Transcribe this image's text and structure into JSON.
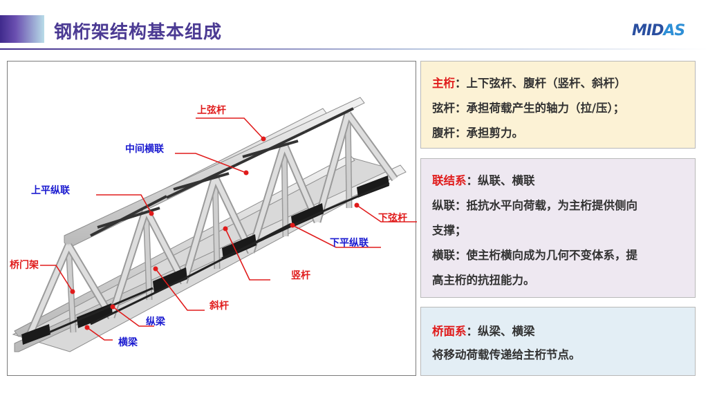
{
  "header": {
    "title": "钢桁架结构基本组成",
    "logo_main": "MID",
    "logo_accent": "AS"
  },
  "figure": {
    "labels": {
      "top_chord": "上弦杆",
      "mid_cross_bracing": "中间横联",
      "top_lateral_bracing": "上平纵联",
      "bottom_chord": "下弦杆",
      "bottom_lateral_bracing": "下平纵联",
      "portal_frame": "桥门架",
      "vertical_member": "竖杆",
      "diagonal_member": "斜杆",
      "stringer": "纵梁",
      "floor_beam": "横梁"
    }
  },
  "panels": {
    "main_truss": {
      "key": "主桁",
      "line1_rest": "：上下弦杆、腹杆（竖杆、斜杆）",
      "line2": "弦杆：承担荷载产生的轴力（拉/压）；",
      "line3": "腹杆：承担剪力。"
    },
    "bracing": {
      "key": "联结系",
      "line1_rest": "：纵联、横联",
      "line2": "纵联：抵抗水平向荷载，为主桁提供侧向",
      "line3": "支撑；",
      "line4": "横联：使主桁横向成为几何不变体系，提",
      "line5": "高主桁的抗扭能力。"
    },
    "deck": {
      "key": "桥面系",
      "line1_rest": "：纵梁、横梁",
      "line2": "将移动荷载传递给主桁节点。"
    }
  },
  "colors": {
    "label_red": "#e01b1b",
    "label_blue": "#1a1ad0",
    "title_purple": "#4b3a93"
  }
}
